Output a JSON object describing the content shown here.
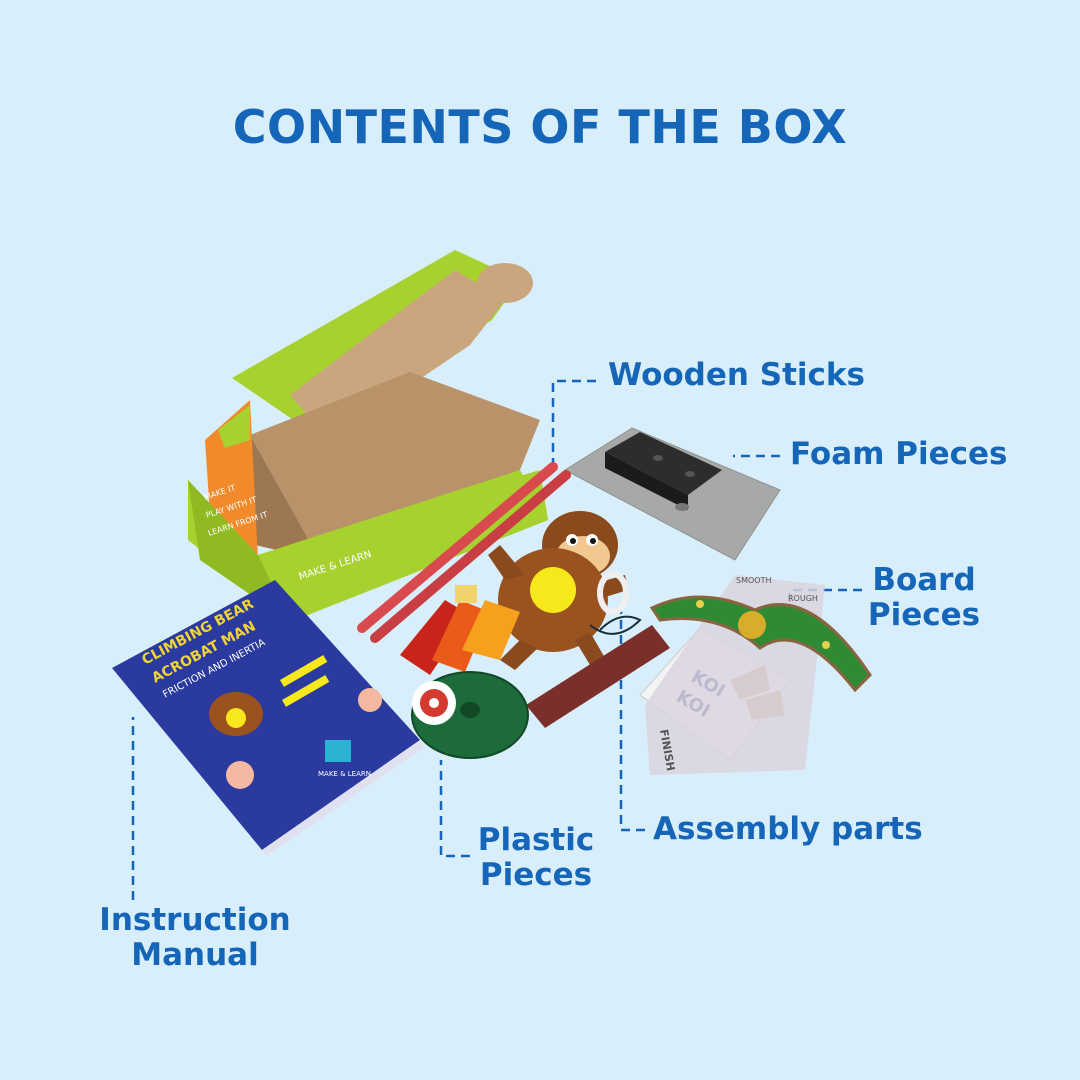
{
  "title": "CONTENTS OF THE BOX",
  "labels": {
    "wooden_sticks": "Wooden Sticks",
    "foam_pieces": "Foam Pieces",
    "board_pieces": "Board Pieces",
    "assembly_parts": "Assembly parts",
    "plastic_pieces": "Plastic Pieces",
    "instruction_manual": "Instruction Manual"
  },
  "manual": {
    "title_line1": "CLIMBING BEAR",
    "title_line2": "ACROBAT MAN",
    "subtitle": "FRICTION AND INERTIA",
    "brand": "MAKE & LEARN"
  },
  "box": {
    "brand": "MAKE & LEARN",
    "lines": [
      "MAKE IT",
      "PLAY WITH IT",
      "LEARN FROM IT"
    ]
  },
  "board": {
    "smooth": "SMOOTH",
    "rough": "ROUGH",
    "finish": "FINISH"
  },
  "colors": {
    "background": "#d8effb",
    "accent": "#1565b8",
    "box_green": "#a6d12f",
    "box_orange": "#f08a2a",
    "cardboard": "#c9a67d"
  }
}
